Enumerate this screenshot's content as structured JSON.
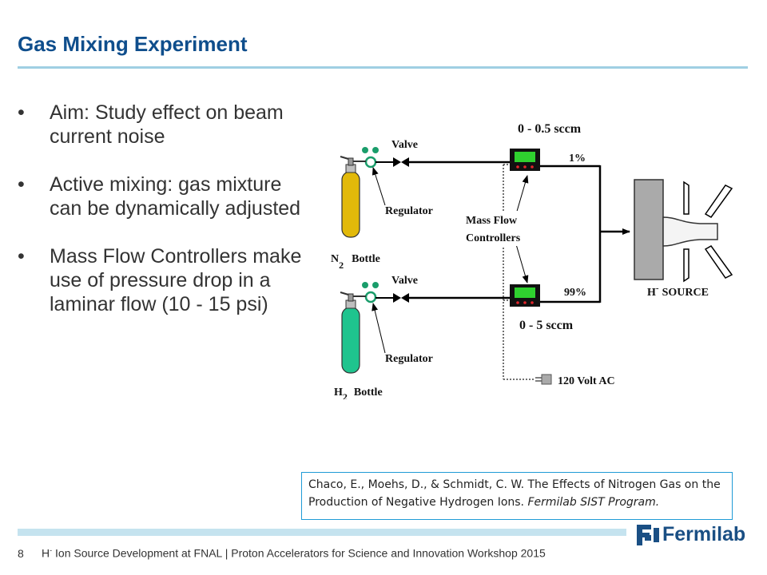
{
  "slide": {
    "title": "Gas Mixing Experiment",
    "bullets": [
      "Aim: Study effect on beam current noise",
      "Active mixing: gas mixture can be dynamically adjusted",
      "Mass Flow Controllers make use of pressure drop in a laminar flow (10 - 15 psi)"
    ],
    "bullet_glyph": "•"
  },
  "diagram": {
    "range_top": "0 - 0.5 sccm",
    "range_bottom": "0 - 5 sccm",
    "valve": "Valve",
    "regulator": "Regulator",
    "mfc_line1": "Mass Flow",
    "mfc_line2": "Controllers",
    "pct_top": "1%",
    "pct_bottom": "99%",
    "n2_letter": "N",
    "n2_sub": "2",
    "h2_letter": "H",
    "h2_sub": "2",
    "bottle": "Bottle",
    "source_h": "H",
    "source_sup": "-",
    "source_label": "SOURCE",
    "power": "120 Volt AC",
    "colors": {
      "n2_bottle": "#e2b90a",
      "h2_bottle": "#1fc48e",
      "mfc_screen": "#2fd12f",
      "mfc_led": "#e3242b"
    }
  },
  "citation": {
    "authors": "Chaco, E., Moehs, D., & Schmidt, C. W. The Effects of Nitrogen Gas on the Production of Negative Hydrogen Ions.",
    "source": "Fermilab SIST Program."
  },
  "footer": {
    "page": "8",
    "h": "H",
    "sup": "-",
    "text": " Ion Source Development at FNAL | Proton Accelerators for Science and Innovation Workshop 2015"
  },
  "logo": {
    "name": "Fermilab",
    "icon": "fermilab-logo-icon"
  }
}
